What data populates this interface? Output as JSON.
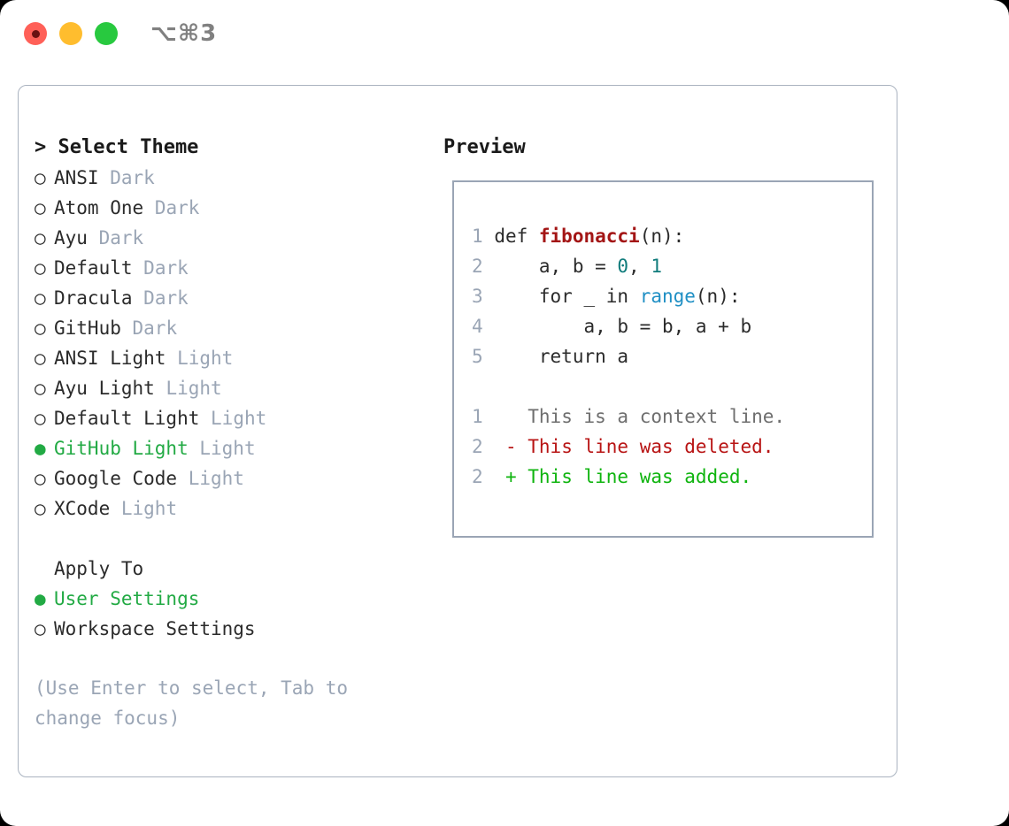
{
  "window": {
    "title_shortcut": "⌥⌘3",
    "traffic_lights": [
      "close-light",
      "minimize-light",
      "maximize-light"
    ]
  },
  "theme_picker": {
    "heading": "> Select Theme",
    "options": [
      {
        "bullet": "○",
        "name": "ANSI",
        "tag": "Dark",
        "selected": false
      },
      {
        "bullet": "○",
        "name": "Atom One",
        "tag": "Dark",
        "selected": false
      },
      {
        "bullet": "○",
        "name": "Ayu",
        "tag": "Dark",
        "selected": false
      },
      {
        "bullet": "○",
        "name": "Default",
        "tag": "Dark",
        "selected": false
      },
      {
        "bullet": "○",
        "name": "Dracula",
        "tag": "Dark",
        "selected": false
      },
      {
        "bullet": "○",
        "name": "GitHub",
        "tag": "Dark",
        "selected": false
      },
      {
        "bullet": "○",
        "name": "ANSI Light",
        "tag": "Light",
        "selected": false
      },
      {
        "bullet": "○",
        "name": "Ayu Light",
        "tag": "Light",
        "selected": false
      },
      {
        "bullet": "○",
        "name": "Default Light",
        "tag": "Light",
        "selected": false
      },
      {
        "bullet": "●",
        "name": "GitHub Light",
        "tag": "Light",
        "selected": true
      },
      {
        "bullet": "○",
        "name": "Google Code",
        "tag": "Light",
        "selected": false
      },
      {
        "bullet": "○",
        "name": "XCode",
        "tag": "Light",
        "selected": false
      }
    ]
  },
  "apply_to": {
    "heading": "Apply To",
    "options": [
      {
        "bullet": "●",
        "name": "User Settings",
        "selected": true
      },
      {
        "bullet": "○",
        "name": "Workspace Settings",
        "selected": false
      }
    ]
  },
  "hint": "(Use Enter to select, Tab to change focus)",
  "preview": {
    "heading": "Preview",
    "code_lines": [
      {
        "n": "1",
        "parts": [
          {
            "t": "def ",
            "c": "plain"
          },
          {
            "t": "fibonacci",
            "c": "fn"
          },
          {
            "t": "(n):",
            "c": "plain"
          }
        ]
      },
      {
        "n": "2",
        "parts": [
          {
            "t": "    a, b = ",
            "c": "plain"
          },
          {
            "t": "0",
            "c": "num"
          },
          {
            "t": ", ",
            "c": "plain"
          },
          {
            "t": "1",
            "c": "num"
          }
        ]
      },
      {
        "n": "3",
        "parts": [
          {
            "t": "    for _ in ",
            "c": "plain"
          },
          {
            "t": "range",
            "c": "call"
          },
          {
            "t": "(n):",
            "c": "plain"
          }
        ]
      },
      {
        "n": "4",
        "parts": [
          {
            "t": "        a, b = b, a + b",
            "c": "plain"
          }
        ]
      },
      {
        "n": "5",
        "parts": [
          {
            "t": "    return a",
            "c": "plain"
          }
        ]
      }
    ],
    "diff_lines": [
      {
        "n": "1",
        "marker": " ",
        "text": "This is a context line.",
        "kind": "ctx"
      },
      {
        "n": "2",
        "marker": "-",
        "text": "This line was deleted.",
        "kind": "del"
      },
      {
        "n": "2",
        "marker": "+",
        "text": "This line was added.",
        "kind": "add"
      }
    ]
  },
  "colors": {
    "accent_green": "#22aa44",
    "tag_gray": "#9aa5b5",
    "border": "#aab3c0",
    "diff_add": "#0fb40f",
    "diff_del": "#b81414",
    "fn_red": "#a31515",
    "num_teal": "#0f7b7b",
    "call_blue": "#1f8fc4"
  }
}
